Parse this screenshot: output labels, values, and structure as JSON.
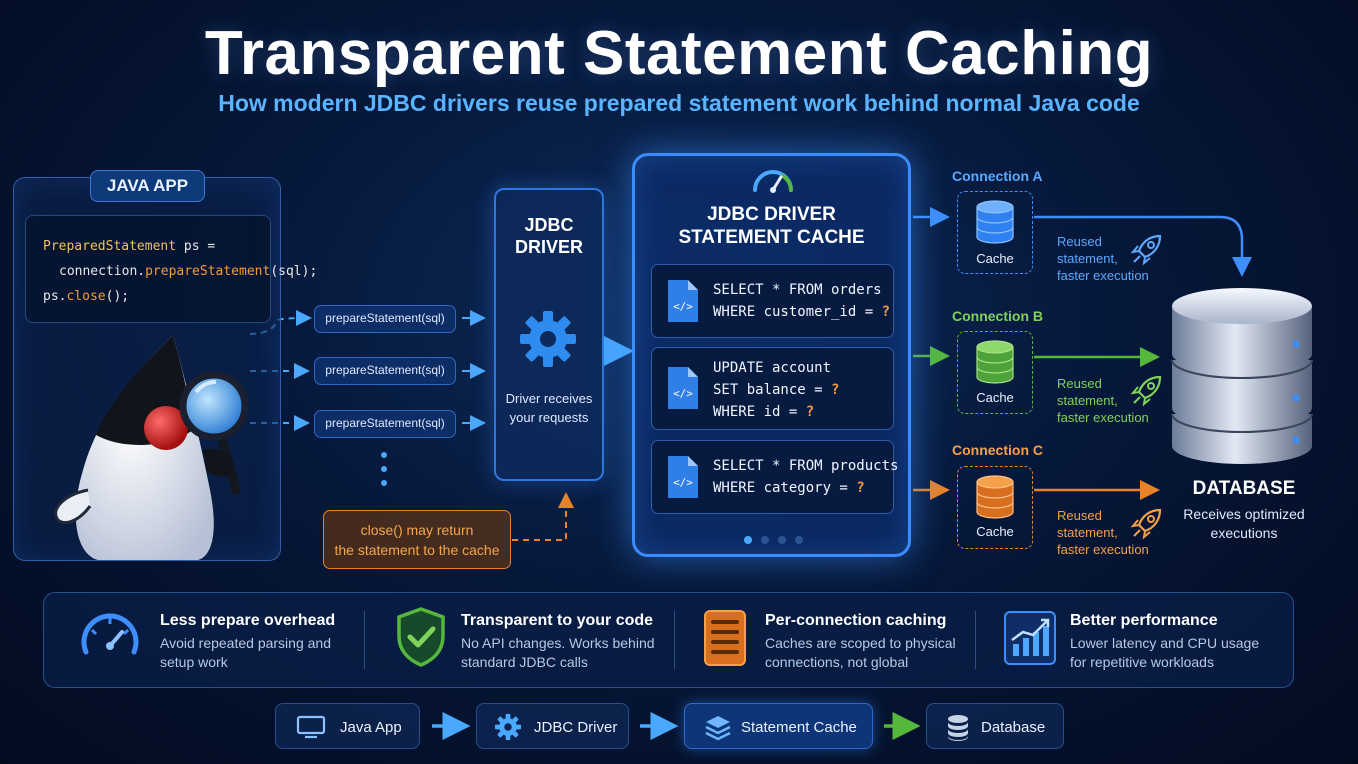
{
  "header": {
    "title": "Transparent Statement Caching",
    "subtitle": "How modern JDBC drivers reuse prepared statement work behind normal Java code"
  },
  "java_app": {
    "tag": "JAVA APP",
    "code": {
      "l1_type": "PreparedStatement",
      "l1_rest": " ps =",
      "l2_obj": "connection.",
      "l2_fn": "prepareStatement",
      "l2_rest": "(sql);",
      "l3_obj": "ps.",
      "l3_fn": "close",
      "l3_rest": "();"
    },
    "calls": [
      "prepareStatement(sql)",
      "prepareStatement(sql)",
      "prepareStatement(sql)"
    ]
  },
  "driver": {
    "title_line1": "JDBC",
    "title_line2": "DRIVER",
    "desc_line1": "Driver receives",
    "desc_line2": "your requests"
  },
  "close_note": {
    "line1": "close() may return",
    "line2": "the statement to the cache"
  },
  "cache": {
    "title_line1": "JDBC DRIVER",
    "title_line2": "STATEMENT CACHE",
    "statements": [
      {
        "l1": "SELECT * FROM orders",
        "l2": "WHERE customer_id = ",
        "q": "?"
      },
      {
        "l1": "UPDATE account",
        "l2": "SET balance = ",
        "l2q": "?",
        "l3": "WHERE id = ",
        "q": "?"
      },
      {
        "l1": "SELECT * FROM products",
        "l2": "WHERE category = ",
        "q": "?"
      }
    ],
    "page_dots": 4,
    "active_dot": 0
  },
  "connections": [
    {
      "label": "Connection A",
      "cache": "Cache",
      "reuse_l1": "Reused",
      "reuse_l2": "statement,",
      "reuse_l3": "faster execution",
      "color": "#3d8fff",
      "accent": "#5aa9ff"
    },
    {
      "label": "Connection B",
      "cache": "Cache",
      "reuse_l1": "Reused",
      "reuse_l2": "statement,",
      "reuse_l3": "faster execution",
      "color": "#55b83c",
      "accent": "#7fd35a"
    },
    {
      "label": "Connection C",
      "cache": "Cache",
      "reuse_l1": "Reused",
      "reuse_l2": "statement,",
      "reuse_l3": "faster execution",
      "color": "#e8832a",
      "accent": "#f5a04a"
    }
  ],
  "database": {
    "title": "DATABASE",
    "desc_line1": "Receives optimized",
    "desc_line2": "executions"
  },
  "benefits": [
    {
      "icon": "speedometer-icon",
      "title": "Less prepare overhead",
      "desc_line1": "Avoid repeated parsing and",
      "desc_line2": "setup work"
    },
    {
      "icon": "shield-check-icon",
      "title": "Transparent to your code",
      "desc_line1": "No API changes. Works behind",
      "desc_line2": "standard JDBC calls"
    },
    {
      "icon": "server-stack-icon",
      "title": "Per-connection caching",
      "desc_line1": "Caches are scoped to physical",
      "desc_line2": "connections, not global"
    },
    {
      "icon": "bar-chart-icon",
      "title": "Better performance",
      "desc_line1": "Lower latency and CPU usage",
      "desc_line2": "for repetitive workloads"
    }
  ],
  "flow": [
    {
      "icon": "monitor-icon",
      "label": "Java App"
    },
    {
      "icon": "gear-icon",
      "label": "JDBC Driver"
    },
    {
      "icon": "layers-icon",
      "label": "Statement Cache"
    },
    {
      "icon": "database-icon",
      "label": "Database"
    }
  ],
  "colors": {
    "background": "#06183a",
    "accent_blue": "#3b8cff",
    "accent_green": "#55b83c",
    "accent_orange": "#e8832a",
    "title_blue": "#5ab4ff"
  }
}
